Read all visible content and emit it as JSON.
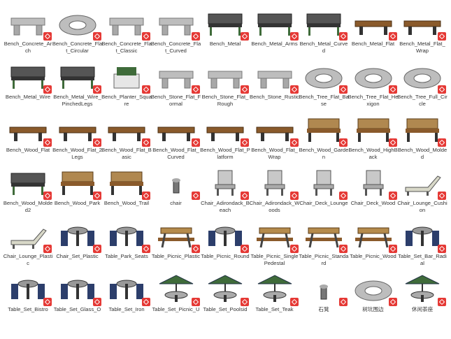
{
  "palette": {
    "wood": "#8a5a2b",
    "metal": "#333333",
    "concrete": "#bdbdbd",
    "green": "#3f6b3a",
    "badge": "#e53935"
  },
  "items": [
    {
      "label": "Bench_Concrete_Arch",
      "kind": "concrete-bench"
    },
    {
      "label": "Bench_Concrete_Flat_Circular",
      "kind": "ring"
    },
    {
      "label": "Bench_Concrete_Flat_Classic",
      "kind": "concrete-bench"
    },
    {
      "label": "Bench_Concrete_Flat_Curved",
      "kind": "concrete-bench"
    },
    {
      "label": "Bench_Metal",
      "kind": "metal-bench"
    },
    {
      "label": "Bench_Metal_Arms",
      "kind": "metal-bench"
    },
    {
      "label": "Bench_Metal_Curved",
      "kind": "metal-bench"
    },
    {
      "label": "Bench_Metal_Flat",
      "kind": "flat-bench"
    },
    {
      "label": "Bench_Metal_Flat_Wrap",
      "kind": "flat-bench"
    },
    {
      "label": "Bench_Metal_Wire",
      "kind": "metal-bench"
    },
    {
      "label": "Bench_Metal_Wire_PinchedLegs",
      "kind": "metal-bench"
    },
    {
      "label": "Bench_Planter_Square",
      "kind": "planter"
    },
    {
      "label": "Bench_Stone_Flat_Formal",
      "kind": "concrete-bench"
    },
    {
      "label": "Bench_Stone_Flat_Rough",
      "kind": "concrete-bench"
    },
    {
      "label": "Bench_Stone_Rustic",
      "kind": "concrete-bench"
    },
    {
      "label": "Bench_Tree_Flat_Base",
      "kind": "ring"
    },
    {
      "label": "Bench_Tree_Flat_Hexigon",
      "kind": "ring"
    },
    {
      "label": "Bench_Tree_Full_Circle",
      "kind": "ring"
    },
    {
      "label": "Bench_Wood_Flat",
      "kind": "flat-bench"
    },
    {
      "label": "Bench_Wood_Flat_2Legs",
      "kind": "flat-bench"
    },
    {
      "label": "Bench_Wood_Flat_Basic",
      "kind": "flat-bench"
    },
    {
      "label": "Bench_Wood_Flat_Curved",
      "kind": "flat-bench"
    },
    {
      "label": "Bench_Wood_Flat_Platform",
      "kind": "flat-bench"
    },
    {
      "label": "Bench_Wood_Flat_Wrap",
      "kind": "flat-bench"
    },
    {
      "label": "Bench_Wood_Garden",
      "kind": "wood-bench"
    },
    {
      "label": "Bench_Wood_HighBack",
      "kind": "wood-bench"
    },
    {
      "label": "Bench_Wood_Molded",
      "kind": "wood-bench"
    },
    {
      "label": "Bench_Wood_Molded2",
      "kind": "metal-bench"
    },
    {
      "label": "Bench_Wood_Park",
      "kind": "wood-bench"
    },
    {
      "label": "Bench_Wood_Trail",
      "kind": "wood-bench"
    },
    {
      "label": "chair",
      "kind": "small"
    },
    {
      "label": "Chair_Adirondack_Beach",
      "kind": "chair"
    },
    {
      "label": "Chair_Adirondack_Woods",
      "kind": "chair"
    },
    {
      "label": "Chair_Deck_Lounge",
      "kind": "chair"
    },
    {
      "label": "Chair_Deck_Wood",
      "kind": "chair"
    },
    {
      "label": "Chair_Lounge_Cushion",
      "kind": "lounge"
    },
    {
      "label": "Chair_Lounge_Plastic",
      "kind": "lounge"
    },
    {
      "label": "Chair_Set_Plastic",
      "kind": "table-set"
    },
    {
      "label": "Table_Park_Seats",
      "kind": "table-set"
    },
    {
      "label": "Table_Picnic_Plastic",
      "kind": "picnic"
    },
    {
      "label": "Table_Picnic_Round",
      "kind": "table-set"
    },
    {
      "label": "Table_Picnic_SinglePedestal",
      "kind": "picnic"
    },
    {
      "label": "Table_Picnic_Standard",
      "kind": "picnic"
    },
    {
      "label": "Table_Picnic_Wood",
      "kind": "picnic"
    },
    {
      "label": "Table_Set_Bar_Radial",
      "kind": "table-set"
    },
    {
      "label": "Table_Set_Bistro",
      "kind": "table-set"
    },
    {
      "label": "Table_Set_Glass_O",
      "kind": "table-set"
    },
    {
      "label": "Table_Set_Iron",
      "kind": "table-set"
    },
    {
      "label": "Table_Set_Picnic_U",
      "kind": "umbrella"
    },
    {
      "label": "Table_Set_Poolsid",
      "kind": "umbrella"
    },
    {
      "label": "Table_Set_Teak",
      "kind": "umbrella"
    },
    {
      "label": "石凳",
      "kind": "small"
    },
    {
      "label": "树坑围边",
      "kind": "ring"
    },
    {
      "label": "休闲茶座",
      "kind": "umbrella"
    }
  ]
}
